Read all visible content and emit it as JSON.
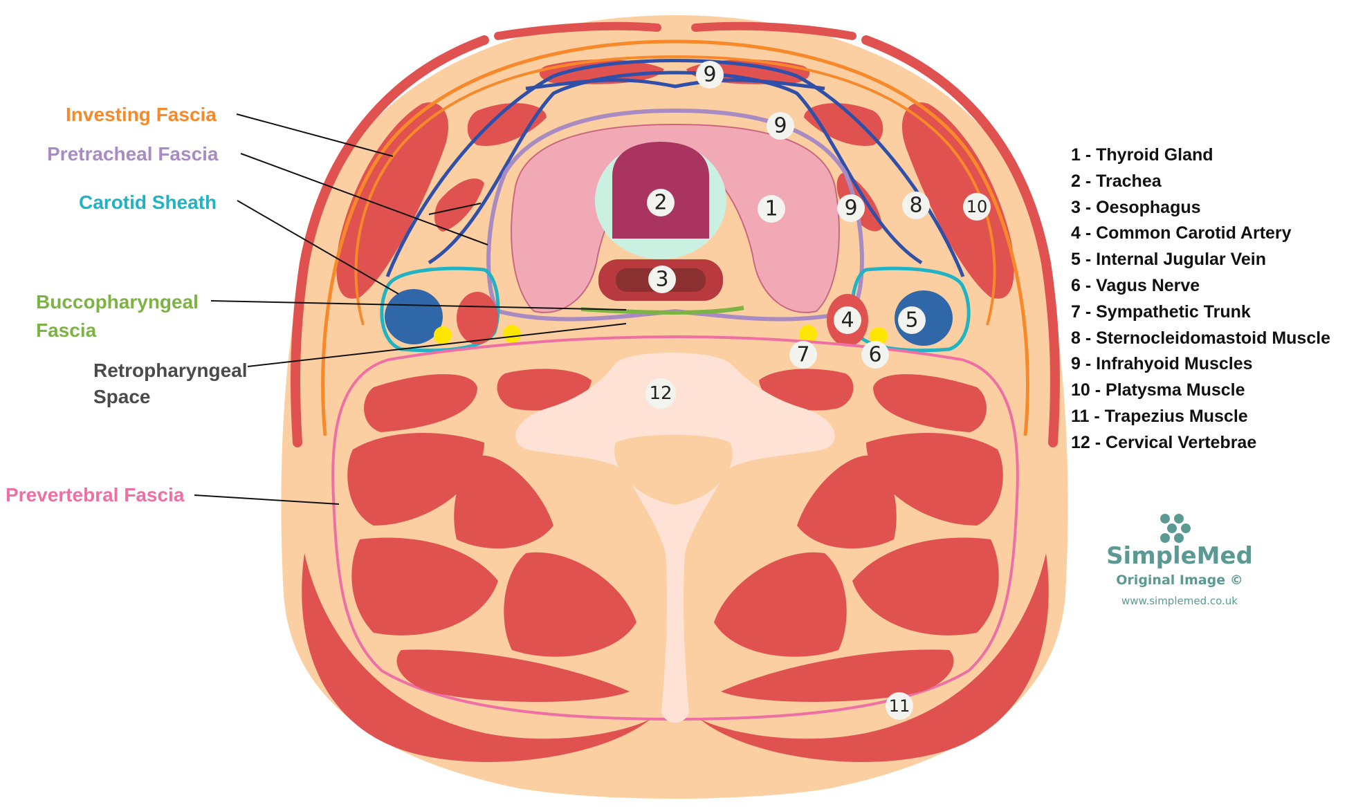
{
  "fascia_labels": {
    "investing": "Investing Fascia",
    "pretracheal": "Pretracheal Fascia",
    "carotid": "Carotid Sheath",
    "bucco_1": "Buccopharyngeal",
    "bucco_2": "Fascia",
    "retro_1": "Retropharyngeal",
    "retro_2": "Space",
    "prevertebral": "Prevertebral Fascia"
  },
  "markers": {
    "m1": "1",
    "m2": "2",
    "m3": "3",
    "m4": "4",
    "m5": "5",
    "m6": "6",
    "m7": "7",
    "m8": "8",
    "m9a": "9",
    "m9b": "9",
    "m9c": "9",
    "m10": "10",
    "m11": "11",
    "m12": "12"
  },
  "legend": [
    "1 - Thyroid Gland",
    "2 - Trachea",
    "3 - Oesophagus",
    "4 - Common Carotid Artery",
    "5 - Internal Jugular Vein",
    "6 - Vagus Nerve",
    "7 - Sympathetic Trunk",
    "8 - Sternocleidomastoid Muscle",
    "9 - Infrahyoid Muscles",
    "10 - Platysma Muscle",
    "11 - Trapezius Muscle",
    "12 - Cervical Vertebrae"
  ],
  "logo": {
    "name": "SimpleMed",
    "subtitle": "Original Image ©",
    "url": "www.simplemed.co.uk"
  },
  "colors": {
    "investing": "#f7892a",
    "pretracheal": "#a98bc4",
    "carotid": "#1fb3c4",
    "buccopharyngeal": "#7cb342",
    "retropharyngeal": "#4a4a4a",
    "prevertebral": "#ee6fa3",
    "muscle": "#e0524f",
    "skin": "#fbcfa1",
    "thyroid": "#f2a9b6",
    "trachea": "#a8345f",
    "vein": "#2f67a8",
    "nerve": "#ffe600",
    "bone": "#fde2d5",
    "brand": "#5a9a93"
  }
}
